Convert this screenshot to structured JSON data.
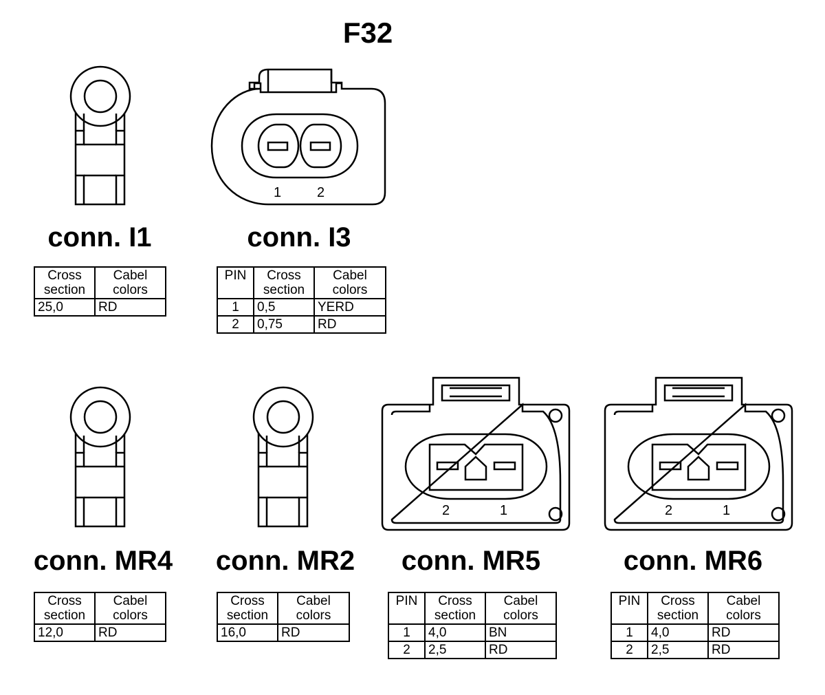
{
  "title": "F32",
  "headers": {
    "pin": "PIN",
    "cross_1": "Cross",
    "cross_2": "section",
    "cabel_1": "Cabel",
    "cabel_2": "colors"
  },
  "connectors": {
    "i1": {
      "label": "conn. I1",
      "rows": [
        {
          "cross": "25,0",
          "color": "RD"
        }
      ]
    },
    "i3": {
      "label": "conn. I3",
      "pin_labels": [
        "1",
        "2"
      ],
      "rows": [
        {
          "pin": "1",
          "cross": "0,5",
          "color": "YERD"
        },
        {
          "pin": "2",
          "cross": "0,75",
          "color": "RD"
        }
      ]
    },
    "mr4": {
      "label": "conn. MR4",
      "rows": [
        {
          "cross": "12,0",
          "color": "RD"
        }
      ]
    },
    "mr2": {
      "label": "conn. MR2",
      "rows": [
        {
          "cross": "16,0",
          "color": "RD"
        }
      ]
    },
    "mr5": {
      "label": "conn. MR5",
      "pin_labels": [
        "2",
        "1"
      ],
      "rows": [
        {
          "pin": "1",
          "cross": "4,0",
          "color": "BN"
        },
        {
          "pin": "2",
          "cross": "2,5",
          "color": "RD"
        }
      ]
    },
    "mr6": {
      "label": "conn. MR6",
      "pin_labels": [
        "2",
        "1"
      ],
      "rows": [
        {
          "pin": "1",
          "cross": "4,0",
          "color": "RD"
        },
        {
          "pin": "2",
          "cross": "2,5",
          "color": "RD"
        }
      ]
    }
  }
}
